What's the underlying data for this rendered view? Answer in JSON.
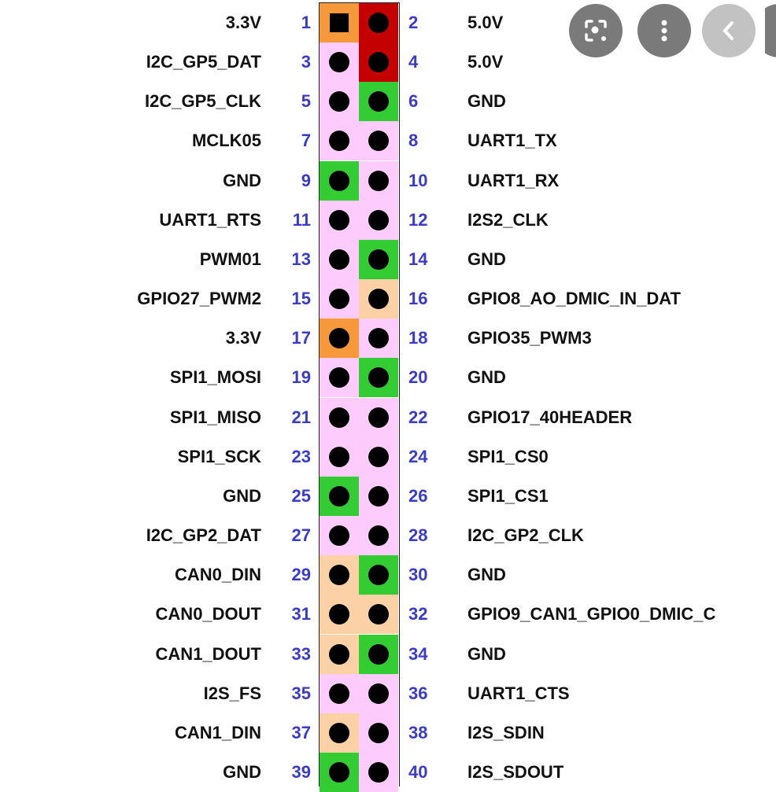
{
  "colors": {
    "power33": "#f7993a",
    "power5": "#c40000",
    "ground": "#33cc33",
    "special": "#fdd1a6",
    "default": "#fdccfd",
    "pin_number": "#3a3acb"
  },
  "rows": [
    {
      "left": {
        "label": "3.3V",
        "num": "1",
        "type": "power33",
        "square": true
      },
      "right": {
        "label": "5.0V",
        "num": "2",
        "type": "power5"
      }
    },
    {
      "left": {
        "label": "I2C_GP5_DAT",
        "num": "3",
        "type": "default"
      },
      "right": {
        "label": "5.0V",
        "num": "4",
        "type": "power5"
      }
    },
    {
      "left": {
        "label": "I2C_GP5_CLK",
        "num": "5",
        "type": "default"
      },
      "right": {
        "label": "GND",
        "num": "6",
        "type": "ground"
      }
    },
    {
      "left": {
        "label": "MCLK05",
        "num": "7",
        "type": "default"
      },
      "right": {
        "label": "UART1_TX",
        "num": "8",
        "type": "default"
      }
    },
    {
      "left": {
        "label": "GND",
        "num": "9",
        "type": "ground"
      },
      "right": {
        "label": "UART1_RX",
        "num": "10",
        "type": "default"
      }
    },
    {
      "left": {
        "label": "UART1_RTS",
        "num": "11",
        "type": "default"
      },
      "right": {
        "label": "I2S2_CLK",
        "num": "12",
        "type": "default"
      }
    },
    {
      "left": {
        "label": "PWM01",
        "num": "13",
        "type": "default"
      },
      "right": {
        "label": "GND",
        "num": "14",
        "type": "ground"
      }
    },
    {
      "left": {
        "label": "GPIO27_PWM2",
        "num": "15",
        "type": "default"
      },
      "right": {
        "label": "GPIO8_AO_DMIC_IN_DAT",
        "num": "16",
        "type": "special"
      }
    },
    {
      "left": {
        "label": "3.3V",
        "num": "17",
        "type": "power33"
      },
      "right": {
        "label": "GPIO35_PWM3",
        "num": "18",
        "type": "default"
      }
    },
    {
      "left": {
        "label": "SPI1_MOSI",
        "num": "19",
        "type": "default"
      },
      "right": {
        "label": "GND",
        "num": "20",
        "type": "ground"
      }
    },
    {
      "left": {
        "label": "SPI1_MISO",
        "num": "21",
        "type": "default"
      },
      "right": {
        "label": "GPIO17_40HEADER",
        "num": "22",
        "type": "default"
      }
    },
    {
      "left": {
        "label": "SPI1_SCK",
        "num": "23",
        "type": "default"
      },
      "right": {
        "label": "SPI1_CS0",
        "num": "24",
        "type": "default"
      }
    },
    {
      "left": {
        "label": "GND",
        "num": "25",
        "type": "ground"
      },
      "right": {
        "label": "SPI1_CS1",
        "num": "26",
        "type": "default"
      }
    },
    {
      "left": {
        "label": "I2C_GP2_DAT",
        "num": "27",
        "type": "default"
      },
      "right": {
        "label": "I2C_GP2_CLK",
        "num": "28",
        "type": "default"
      }
    },
    {
      "left": {
        "label": "CAN0_DIN",
        "num": "29",
        "type": "special"
      },
      "right": {
        "label": "GND",
        "num": "30",
        "type": "ground"
      }
    },
    {
      "left": {
        "label": "CAN0_DOUT",
        "num": "31",
        "type": "special"
      },
      "right": {
        "label": "GPIO9_CAN1_GPIO0_DMIC_C",
        "num": "32",
        "type": "special"
      }
    },
    {
      "left": {
        "label": "CAN1_DOUT",
        "num": "33",
        "type": "special"
      },
      "right": {
        "label": "GND",
        "num": "34",
        "type": "ground"
      }
    },
    {
      "left": {
        "label": "I2S_FS",
        "num": "35",
        "type": "default"
      },
      "right": {
        "label": "UART1_CTS",
        "num": "36",
        "type": "default"
      }
    },
    {
      "left": {
        "label": "CAN1_DIN",
        "num": "37",
        "type": "special"
      },
      "right": {
        "label": "I2S_SDIN",
        "num": "38",
        "type": "default"
      }
    },
    {
      "left": {
        "label": "GND",
        "num": "39",
        "type": "ground"
      },
      "right": {
        "label": "I2S_SDOUT",
        "num": "40",
        "type": "default"
      }
    }
  ],
  "viewer": {
    "buttons": [
      {
        "icon": "lens-search-icon"
      },
      {
        "icon": "more-vert-icon"
      },
      {
        "icon": "chevron-left-icon"
      },
      {
        "icon": "chevron-right-icon"
      }
    ]
  }
}
